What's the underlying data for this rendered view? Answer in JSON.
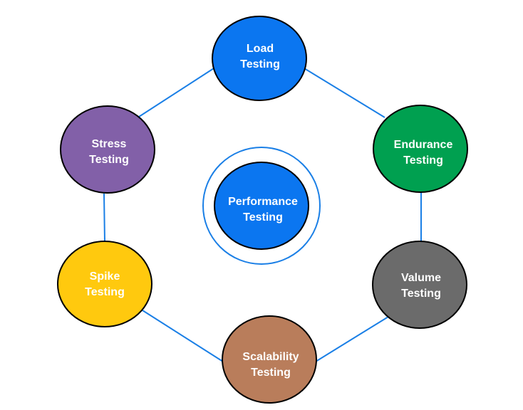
{
  "diagram": {
    "connector_color": "#1a7fe6",
    "center": {
      "line1": "Performance",
      "line2": "Testing",
      "fill": "#0b76f0",
      "ring_color": "#1a7fe6"
    },
    "nodes": [
      {
        "id": "load",
        "line1": "Load",
        "line2": "Testing",
        "fill": "#0b76f0"
      },
      {
        "id": "endurance",
        "line1": "Endurance",
        "line2": "Testing",
        "fill": "#00a050"
      },
      {
        "id": "volume",
        "line1": "Valume",
        "line2": "Testing",
        "fill": "#6b6b6b"
      },
      {
        "id": "scalability",
        "line1": "Scalability",
        "line2": "Testing",
        "fill": "#b97d5b"
      },
      {
        "id": "spike",
        "line1": "Spike",
        "line2": "Testing",
        "fill": "#ffc90e"
      },
      {
        "id": "stress",
        "line1": "Stress",
        "line2": "Testing",
        "fill": "#8260a8"
      }
    ]
  }
}
